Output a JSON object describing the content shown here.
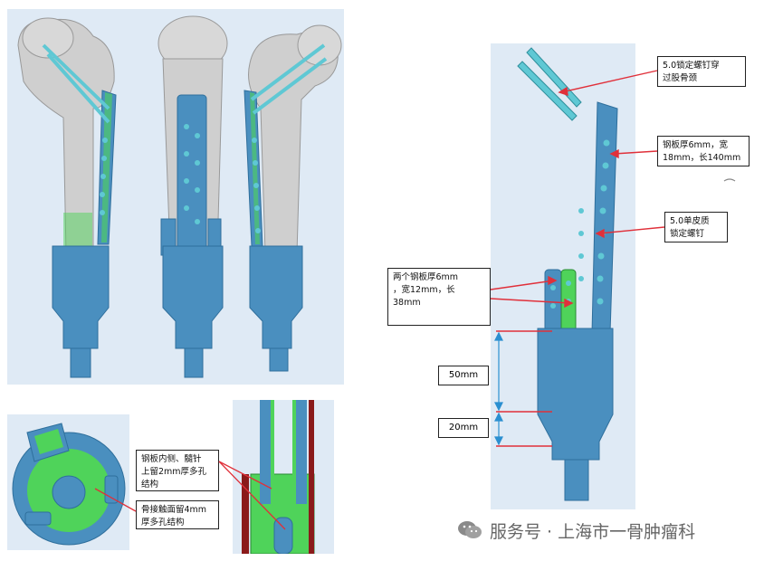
{
  "callouts": {
    "neck_screws": "5.0锁定螺钉穿\n过股骨颈",
    "plate": "钢板厚6mm，宽\n18mm，长140mm",
    "unicortical": "5.0单皮质\n锁定螺钉",
    "two_plates": "两个钢板厚6mm\n，宽12mm，长\n38mm",
    "inner_side": "钢板内侧、髓针\n上留2mm厚多孔\n结构",
    "contact_surface": "骨接触面留4mm\n厚多孔结构"
  },
  "dimensions": {
    "d1": "50mm",
    "d2": "20mm"
  },
  "watermark": {
    "text": "服务号 · 上海市一骨肿瘤科",
    "icon": "wechat-icon"
  },
  "colors": {
    "bone": "#cfcfcf",
    "implant": "#4a8fbf",
    "implant_dark": "#2f6f9c",
    "screw": "#5fc8d4",
    "porous": "#4fd35a",
    "panel_bg": "#dfeaf5",
    "callout_line": "#e0303a",
    "dimension_line": "#2a8fd0"
  }
}
